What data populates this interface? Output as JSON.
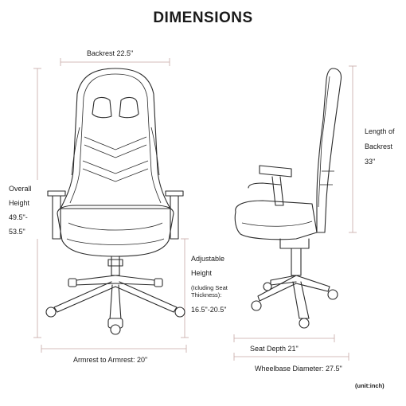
{
  "title": "DIMENSIONS",
  "labels": {
    "backrest": "Backrest 22.5\"",
    "overall_1": "Overall",
    "overall_2": "Height",
    "overall_3": "49.5\"-",
    "overall_4": "53.5\"",
    "armrest": "Armrest to Armrest: 20\"",
    "adj_1": "Adjustable",
    "adj_2": "Height",
    "adj_3": "(Icluding Seat",
    "adj_4": "Thickness):",
    "adj_5": "16.5\"-20.5\"",
    "length_1": "Length of",
    "length_2": "Backrest",
    "length_3": "33\"",
    "seat_depth": "Seat Depth 21\"",
    "wheelbase": "Wheelbase Diameter: 27.5\"",
    "unit": "(unit:inch)"
  },
  "colors": {
    "line": "#2b2b2b",
    "dimension": "#c7a9a5"
  }
}
